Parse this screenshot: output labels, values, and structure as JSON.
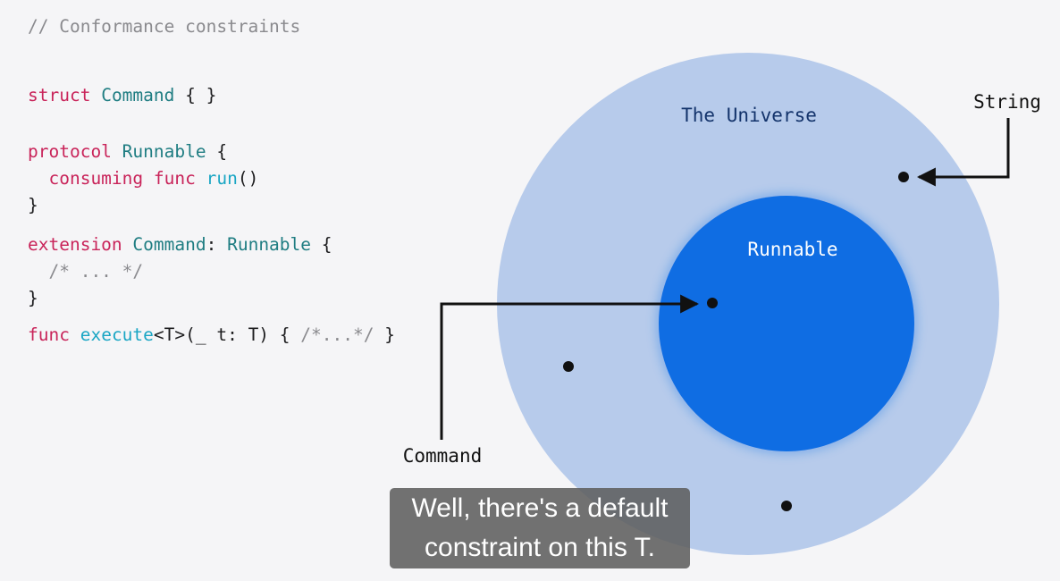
{
  "code": {
    "comment": "// Conformance constraints",
    "struct_line": {
      "kw": "struct",
      "type": "Command",
      "rest": " { }"
    },
    "protocol_open": {
      "kw": "protocol",
      "type": "Runnable",
      "rest": " {"
    },
    "protocol_member": {
      "kw1": "consuming",
      "kw2": "func",
      "fn": "run",
      "rest": "()"
    },
    "protocol_close": "}",
    "extension_open": {
      "kw": "extension",
      "type1": "Command",
      "sep": ": ",
      "type2": "Runnable",
      "rest": " {"
    },
    "extension_body": "/* ... */",
    "extension_close": "}",
    "func_line": {
      "kw": "func",
      "fn": "execute",
      "generic": "<T>(_ t: T) { ",
      "comment": "/*...*/",
      "rest": " }"
    }
  },
  "diagram": {
    "outer_label": "The Universe",
    "inner_label": "Runnable",
    "string_label": "String",
    "command_label": "Command",
    "colors": {
      "outer_circle": "#b7cbeb",
      "inner_circle": "#0f6de3",
      "outer_label": "#13336b",
      "inner_label": "#ffffff",
      "arrow": "#111111"
    }
  },
  "caption": {
    "line1": "Well, there's a default",
    "line2": "constraint on this T."
  }
}
